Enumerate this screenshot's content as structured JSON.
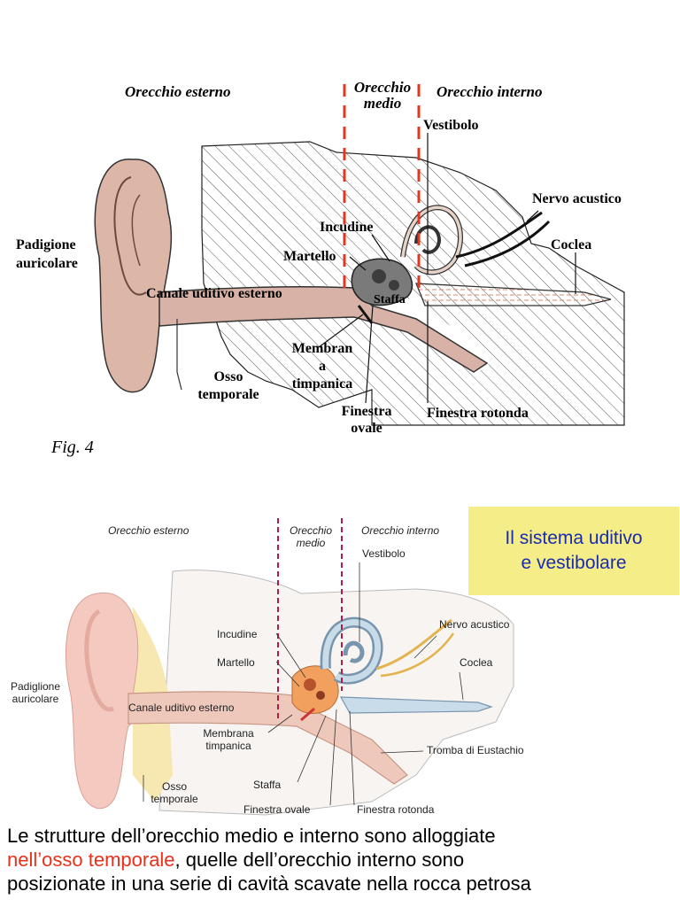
{
  "figure1": {
    "header_outer": "Orecchio esterno",
    "header_middle_line1": "Orecchio",
    "header_middle_line2": "medio",
    "header_inner": "Orecchio interno",
    "vestibolo": "Vestibolo",
    "nervo_acustico": "Nervo acustico",
    "coclea": "Coclea",
    "padiglione_line1": "Padigione",
    "padiglione_line2": "auricolare",
    "incudine": "Incudine",
    "martello": "Martello",
    "canale": "Canale uditivo esterno",
    "staffa": "Staffa",
    "membrana_line1": "Membran",
    "membrana_line2": "a",
    "membrana_line3": "timpanica",
    "osso_line1": "Osso",
    "osso_line2": "temporale",
    "finestra_ovale_line1": "Finestra",
    "finestra_ovale_line2": "ovale",
    "finestra_rotonda": "Finestra rotonda",
    "fig_label": "Fig. 4"
  },
  "figure2": {
    "header_outer": "Orecchio esterno",
    "header_middle_line1": "Orecchio",
    "header_middle_line2": "medio",
    "header_inner": "Orecchio interno",
    "vestibolo": "Vestibolo",
    "nervo_acustico": "Nervo acustico",
    "incudine": "Incudine",
    "martello": "Martello",
    "coclea": "Coclea",
    "padiglione_line1": "Padiglione",
    "padiglione_line2": "auricolare",
    "canale": "Canale uditivo esterno",
    "membrana_line1": "Membrana",
    "membrana_line2": "timpanica",
    "tromba": "Tromba di Eustachio",
    "osso_line1": "Osso",
    "osso_line2": "temporale",
    "staffa": "Staffa",
    "finestra_ovale": "Finestra ovale",
    "finestra_rotonda": "Finestra rotonda"
  },
  "banner": {
    "line1": "Il sistema uditivo",
    "line2": "e vestibolare",
    "background": "#f5ed88",
    "text_color": "#1a2bb0"
  },
  "caption": {
    "part1": "Le strutture dell’orecchio medio e interno sono alloggiate",
    "highlight": "nell’osso temporale",
    "part2": ", quelle dell’orecchio interno sono",
    "line3": "posizionate in una serie di cavità scavate nella rocca petrosa",
    "highlight_color": "#e8301a"
  }
}
